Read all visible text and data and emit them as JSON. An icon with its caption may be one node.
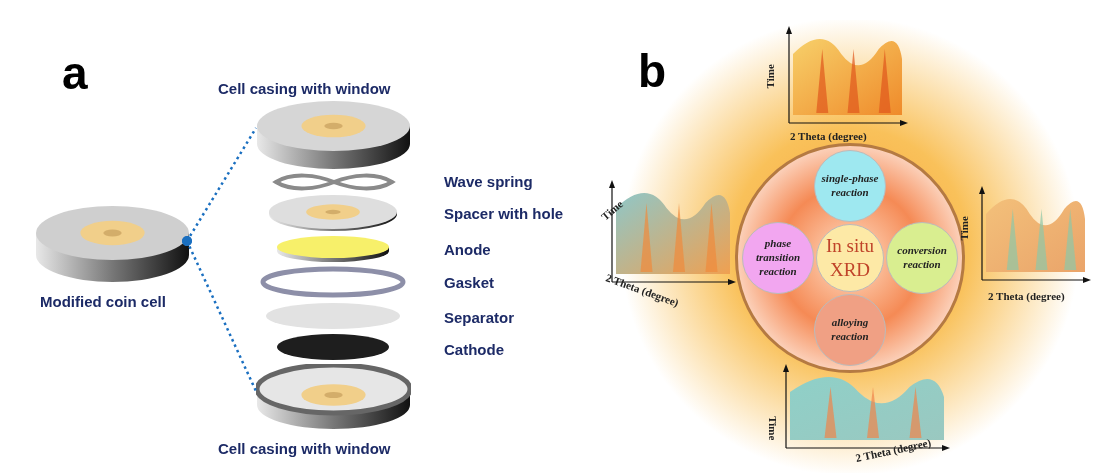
{
  "diagram": {
    "nodes": [
      {
        "text": [],
        "shape": "picture",
        "beside": [
          "Modified coin cell"
        ]
      },
      {
        "text": [],
        "shape": "picture",
        "beside": [
          "Cell casing with window"
        ]
      },
      {
        "text": [],
        "shape": "picture",
        "beside": [
          "Wave spring"
        ]
      },
      {
        "text": [],
        "shape": "picture",
        "beside": [
          "Spacer with hole"
        ]
      },
      {
        "text": [],
        "shape": "ellipse",
        "beside": [
          "Anode"
        ]
      },
      {
        "text": [],
        "shape": "ring",
        "beside": [
          "Gasket"
        ]
      },
      {
        "text": [],
        "shape": "ellipse",
        "beside": [
          "Separator"
        ]
      },
      {
        "text": [],
        "shape": "ellipse",
        "beside": [
          "Cathode"
        ]
      },
      {
        "text": [],
        "shape": "picture",
        "beside": [
          "Cell casing with window"
        ]
      },
      {
        "text": [],
        "shape": "circle"
      },
      {
        "text": [
          "single-phase reaction"
        ],
        "in": 9
      },
      {
        "text": [
          "phase transition reaction"
        ],
        "in": 9
      },
      {
        "text": [
          "In situ XRD"
        ],
        "in": 9
      },
      {
        "text": [
          "conversion reaction"
        ],
        "in": 9
      },
      {
        "text": [
          "alloying reaction"
        ],
        "in": 9
      }
    ],
    "edges": [
      {
        "from": 0,
        "to": 1,
        "arrow": "other",
        "style": "dashed",
        "color": "#1a6fc0"
      },
      {
        "from": 0,
        "to": 8,
        "arrow": "other",
        "style": "dashed",
        "color": "#1a6fc0"
      }
    ],
    "labels": [
      "a",
      "b",
      "Time",
      "2 Theta (degree)",
      "Time",
      "2 Theta (degree)",
      "Time",
      "2 Theta (degree)",
      "Time",
      "2 Theta (degree)"
    ]
  }
}
